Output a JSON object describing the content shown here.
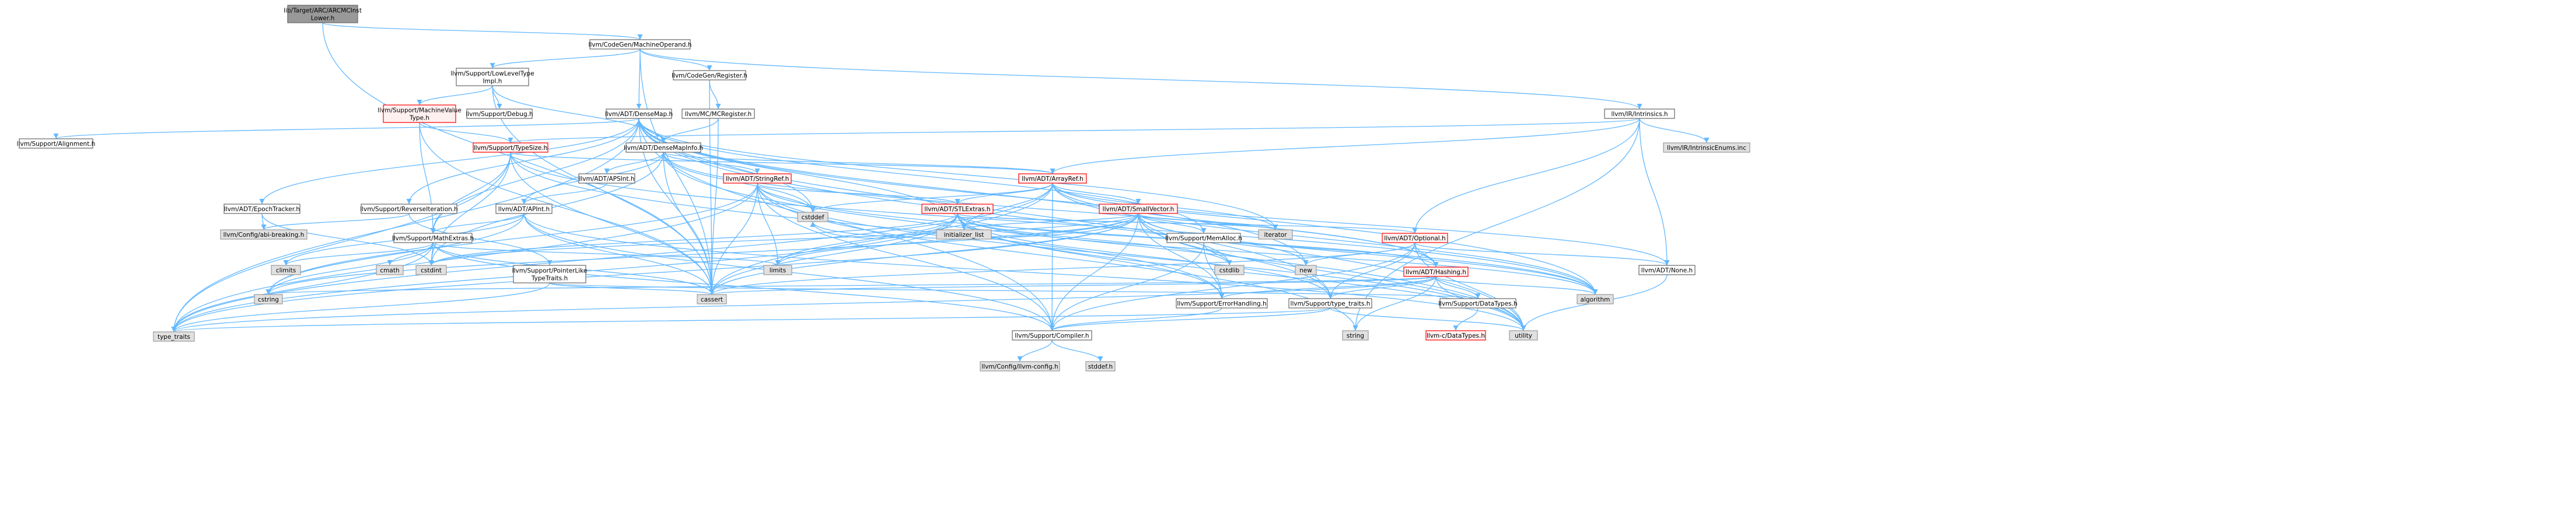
{
  "graph": {
    "nodes": [
      {
        "id": "root",
        "lines": [
          "lib/Target/ARC/ARCMCInst",
          "Lower.h"
        ],
        "style": "root"
      },
      {
        "id": "mo",
        "lines": [
          "llvm/CodeGen/MachineOperand.h"
        ],
        "style": "normal"
      },
      {
        "id": "llt",
        "lines": [
          "llvm/Support/LowLevelType",
          "Impl.h"
        ],
        "style": "normal"
      },
      {
        "id": "reg",
        "lines": [
          "llvm/CodeGen/Register.h"
        ],
        "style": "normal"
      },
      {
        "id": "intr",
        "lines": [
          "llvm/IR/Intrinsics.h"
        ],
        "style": "normal"
      },
      {
        "id": "mvt",
        "lines": [
          "llvm/Support/MachineValue",
          "Type.h"
        ],
        "style": "red"
      },
      {
        "id": "dbg",
        "lines": [
          "llvm/Support/Debug.h"
        ],
        "style": "normal"
      },
      {
        "id": "dmap",
        "lines": [
          "llvm/ADT/DenseMap.h"
        ],
        "style": "normal"
      },
      {
        "id": "mcreg",
        "lines": [
          "llvm/MC/MCRegister.h"
        ],
        "style": "normal"
      },
      {
        "id": "intrenums",
        "lines": [
          "llvm/IR/IntrinsicEnums.inc"
        ],
        "style": "gray"
      },
      {
        "id": "align",
        "lines": [
          "llvm/Support/Alignment.h"
        ],
        "style": "normal"
      },
      {
        "id": "tsize",
        "lines": [
          "llvm/Support/TypeSize.h"
        ],
        "style": "red"
      },
      {
        "id": "dminfo",
        "lines": [
          "llvm/ADT/DenseMapInfo.h"
        ],
        "style": "normal"
      },
      {
        "id": "apsint",
        "lines": [
          "llvm/ADT/APSInt.h"
        ],
        "style": "normal"
      },
      {
        "id": "sref",
        "lines": [
          "llvm/ADT/StringRef.h"
        ],
        "style": "red"
      },
      {
        "id": "aref",
        "lines": [
          "llvm/ADT/ArrayRef.h"
        ],
        "style": "red"
      },
      {
        "id": "epoch",
        "lines": [
          "llvm/ADT/EpochTracker.h"
        ],
        "style": "normal"
      },
      {
        "id": "revit",
        "lines": [
          "llvm/Support/ReverseIteration.h"
        ],
        "style": "normal"
      },
      {
        "id": "apint",
        "lines": [
          "llvm/ADT/APInt.h"
        ],
        "style": "normal"
      },
      {
        "id": "stlx",
        "lines": [
          "llvm/ADT/STLExtras.h"
        ],
        "style": "red"
      },
      {
        "id": "svec",
        "lines": [
          "llvm/ADT/SmallVector.h"
        ],
        "style": "red"
      },
      {
        "id": "abi",
        "lines": [
          "llvm/Config/abi-breaking.h"
        ],
        "style": "gray"
      },
      {
        "id": "mathx",
        "lines": [
          "llvm/Support/MathExtras.h"
        ],
        "style": "normal"
      },
      {
        "id": "ptrlike",
        "lines": [
          "llvm/Support/PointerLike",
          "TypeTraits.h"
        ],
        "style": "normal"
      },
      {
        "id": "initlist",
        "lines": [
          "initializer_list"
        ],
        "style": "gray"
      },
      {
        "id": "iter",
        "lines": [
          "iterator"
        ],
        "style": "gray"
      },
      {
        "id": "memalloc",
        "lines": [
          "llvm/Support/MemAlloc.h"
        ],
        "style": "normal"
      },
      {
        "id": "optional",
        "lines": [
          "llvm/ADT/Optional.h"
        ],
        "style": "red"
      },
      {
        "id": "climits",
        "lines": [
          "climits"
        ],
        "style": "gray"
      },
      {
        "id": "cmath",
        "lines": [
          "cmath"
        ],
        "style": "gray"
      },
      {
        "id": "cstdint",
        "lines": [
          "cstdint"
        ],
        "style": "gray"
      },
      {
        "id": "cstddef",
        "lines": [
          "cstddef"
        ],
        "style": "gray"
      },
      {
        "id": "limits",
        "lines": [
          "limits"
        ],
        "style": "gray"
      },
      {
        "id": "new",
        "lines": [
          "new"
        ],
        "style": "gray"
      },
      {
        "id": "cstdlib",
        "lines": [
          "cstdlib"
        ],
        "style": "gray"
      },
      {
        "id": "hashing",
        "lines": [
          "llvm/ADT/Hashing.h"
        ],
        "style": "red"
      },
      {
        "id": "none",
        "lines": [
          "llvm/ADT/None.h"
        ],
        "style": "normal"
      },
      {
        "id": "cstring",
        "lines": [
          "cstring"
        ],
        "style": "gray"
      },
      {
        "id": "cassert",
        "lines": [
          "cassert"
        ],
        "style": "gray"
      },
      {
        "id": "algorithm",
        "lines": [
          "algorithm"
        ],
        "style": "gray"
      },
      {
        "id": "errh",
        "lines": [
          "llvm/Support/ErrorHandling.h"
        ],
        "style": "normal"
      },
      {
        "id": "stt",
        "lines": [
          "llvm/Support/type_traits.h"
        ],
        "style": "normal"
      },
      {
        "id": "dtypes",
        "lines": [
          "llvm/Support/DataTypes.h"
        ],
        "style": "normal"
      },
      {
        "id": "typetraits",
        "lines": [
          "type_traits"
        ],
        "style": "gray"
      },
      {
        "id": "string",
        "lines": [
          "string"
        ],
        "style": "gray"
      },
      {
        "id": "utility",
        "lines": [
          "utility"
        ],
        "style": "gray"
      },
      {
        "id": "cdtypes",
        "lines": [
          "llvm-c/DataTypes.h"
        ],
        "style": "red"
      },
      {
        "id": "compiler",
        "lines": [
          "llvm/Support/Compiler.h"
        ],
        "style": "normal"
      },
      {
        "id": "llvmcfg",
        "lines": [
          "llvm/Config/llvm-config.h"
        ],
        "style": "gray"
      },
      {
        "id": "stddef",
        "lines": [
          "stddef.h"
        ],
        "style": "gray"
      }
    ],
    "edges": [
      [
        "root",
        "mo"
      ],
      [
        "root",
        "cassert"
      ],
      [
        "mo",
        "llt"
      ],
      [
        "mo",
        "reg"
      ],
      [
        "mo",
        "intr"
      ],
      [
        "mo",
        "dmap"
      ],
      [
        "mo",
        "cassert"
      ],
      [
        "llt",
        "mvt"
      ],
      [
        "llt",
        "dbg"
      ],
      [
        "llt",
        "dminfo"
      ],
      [
        "llt",
        "cassert"
      ],
      [
        "reg",
        "mcreg"
      ],
      [
        "reg",
        "cassert"
      ],
      [
        "intr",
        "aref"
      ],
      [
        "intr",
        "optional"
      ],
      [
        "intr",
        "none"
      ],
      [
        "intr",
        "intrenums"
      ],
      [
        "intr",
        "string"
      ],
      [
        "intr",
        "tsize"
      ],
      [
        "mvt",
        "tsize"
      ],
      [
        "mvt",
        "mathx"
      ],
      [
        "mvt",
        "cassert"
      ],
      [
        "dmap",
        "dminfo"
      ],
      [
        "dmap",
        "epoch"
      ],
      [
        "dmap",
        "align"
      ],
      [
        "dmap",
        "revit"
      ],
      [
        "dmap",
        "mathx"
      ],
      [
        "dmap",
        "memalloc"
      ],
      [
        "dmap",
        "algorithm"
      ],
      [
        "dmap",
        "cassert"
      ],
      [
        "dmap",
        "cstddef"
      ],
      [
        "dmap",
        "initlist"
      ],
      [
        "dmap",
        "iter"
      ],
      [
        "dmap",
        "new"
      ],
      [
        "dmap",
        "typetraits"
      ],
      [
        "dmap",
        "utility"
      ],
      [
        "dmap",
        "compiler"
      ],
      [
        "dmap",
        "stt"
      ],
      [
        "mcreg",
        "dminfo"
      ],
      [
        "mcreg",
        "cassert"
      ],
      [
        "tsize",
        "mathx"
      ],
      [
        "tsize",
        "errh"
      ],
      [
        "tsize",
        "algorithm"
      ],
      [
        "tsize",
        "cassert"
      ],
      [
        "tsize",
        "cstdint"
      ],
      [
        "tsize",
        "typetraits"
      ],
      [
        "tsize",
        "aref"
      ],
      [
        "dminfo",
        "apint"
      ],
      [
        "dminfo",
        "apsint"
      ],
      [
        "dminfo",
        "sref"
      ],
      [
        "dminfo",
        "aref"
      ],
      [
        "dminfo",
        "hashing"
      ],
      [
        "dminfo",
        "cassert"
      ],
      [
        "dminfo",
        "cstddef"
      ],
      [
        "dminfo",
        "cstdint"
      ],
      [
        "dminfo",
        "utility"
      ],
      [
        "apsint",
        "apint"
      ],
      [
        "sref",
        "stlx"
      ],
      [
        "sref",
        "compiler"
      ],
      [
        "sref",
        "algorithm"
      ],
      [
        "sref",
        "cassert"
      ],
      [
        "sref",
        "cstddef"
      ],
      [
        "sref",
        "cstring"
      ],
      [
        "sref",
        "limits"
      ],
      [
        "sref",
        "string"
      ],
      [
        "sref",
        "typetraits"
      ],
      [
        "sref",
        "utility"
      ],
      [
        "aref",
        "hashing"
      ],
      [
        "aref",
        "none"
      ],
      [
        "aref",
        "svec"
      ],
      [
        "aref",
        "stlx"
      ],
      [
        "aref",
        "compiler"
      ],
      [
        "aref",
        "algorithm"
      ],
      [
        "aref",
        "array"
      ],
      [
        "aref",
        "cassert"
      ],
      [
        "aref",
        "cstddef"
      ],
      [
        "aref",
        "initlist"
      ],
      [
        "aref",
        "iter"
      ],
      [
        "aref",
        "memory"
      ],
      [
        "aref",
        "typetraits"
      ],
      [
        "aref",
        "vector"
      ],
      [
        "epoch",
        "abi"
      ],
      [
        "epoch",
        "cstdint"
      ],
      [
        "revit",
        "abi"
      ],
      [
        "revit",
        "ptrlike"
      ],
      [
        "apint",
        "mathx"
      ],
      [
        "apint",
        "compiler"
      ],
      [
        "apint",
        "cassert"
      ],
      [
        "apint",
        "climits"
      ],
      [
        "apint",
        "cstring"
      ],
      [
        "apint",
        "utility"
      ],
      [
        "stlx",
        "optional"
      ],
      [
        "stlx",
        "iter"
      ],
      [
        "stlx",
        "stt"
      ],
      [
        "stlx",
        "errh"
      ],
      [
        "stlx",
        "algorithm"
      ],
      [
        "stlx",
        "cassert"
      ],
      [
        "stlx",
        "cstddef"
      ],
      [
        "stlx",
        "cstdint"
      ],
      [
        "stlx",
        "cstdlib"
      ],
      [
        "stlx",
        "initlist"
      ],
      [
        "stlx",
        "limits"
      ],
      [
        "stlx",
        "utility"
      ],
      [
        "stlx",
        "typetraits"
      ],
      [
        "stlx",
        "hashing"
      ],
      [
        "svec",
        "compiler"
      ],
      [
        "svec",
        "errh"
      ],
      [
        "svec",
        "memalloc"
      ],
      [
        "svec",
        "stt"
      ],
      [
        "svec",
        "algorithm"
      ],
      [
        "svec",
        "cassert"
      ],
      [
        "svec",
        "cstddef"
      ],
      [
        "svec",
        "cstdlib"
      ],
      [
        "svec",
        "cstring"
      ],
      [
        "svec",
        "initlist"
      ],
      [
        "svec",
        "iter"
      ],
      [
        "svec",
        "limits"
      ],
      [
        "svec",
        "new"
      ],
      [
        "svec",
        "typetraits"
      ],
      [
        "svec",
        "utility"
      ],
      [
        "svec",
        "cstdint"
      ],
      [
        "mathx",
        "compiler"
      ],
      [
        "mathx",
        "cassert"
      ],
      [
        "mathx",
        "climits"
      ],
      [
        "mathx",
        "cmath"
      ],
      [
        "mathx",
        "cstdint"
      ],
      [
        "mathx",
        "cstring"
      ],
      [
        "mathx",
        "limits"
      ],
      [
        "mathx",
        "typetraits"
      ],
      [
        "ptrlike",
        "dtypes"
      ],
      [
        "ptrlike",
        "cassert"
      ],
      [
        "ptrlike",
        "typetraits"
      ],
      [
        "memalloc",
        "compiler"
      ],
      [
        "memalloc",
        "errh"
      ],
      [
        "memalloc",
        "cstdlib"
      ],
      [
        "optional",
        "hashing"
      ],
      [
        "optional",
        "none"
      ],
      [
        "optional",
        "compiler"
      ],
      [
        "optional",
        "stt"
      ],
      [
        "optional",
        "cassert"
      ],
      [
        "optional",
        "new"
      ],
      [
        "optional",
        "utility"
      ],
      [
        "hashing",
        "errh"
      ],
      [
        "hashing",
        "dtypes"
      ],
      [
        "hashing",
        "stt"
      ],
      [
        "hashing",
        "algorithm"
      ],
      [
        "hashing",
        "cassert"
      ],
      [
        "hashing",
        "cstring"
      ],
      [
        "hashing",
        "string"
      ],
      [
        "hashing",
        "typetraits"
      ],
      [
        "hashing",
        "utility"
      ],
      [
        "none",
        "utility"
      ],
      [
        "errh",
        "compiler"
      ],
      [
        "stt",
        "compiler"
      ],
      [
        "stt",
        "typetraits"
      ],
      [
        "stt",
        "utility"
      ],
      [
        "dtypes",
        "cdtypes"
      ],
      [
        "compiler",
        "llvmcfg"
      ],
      [
        "compiler",
        "stddef"
      ]
    ]
  }
}
